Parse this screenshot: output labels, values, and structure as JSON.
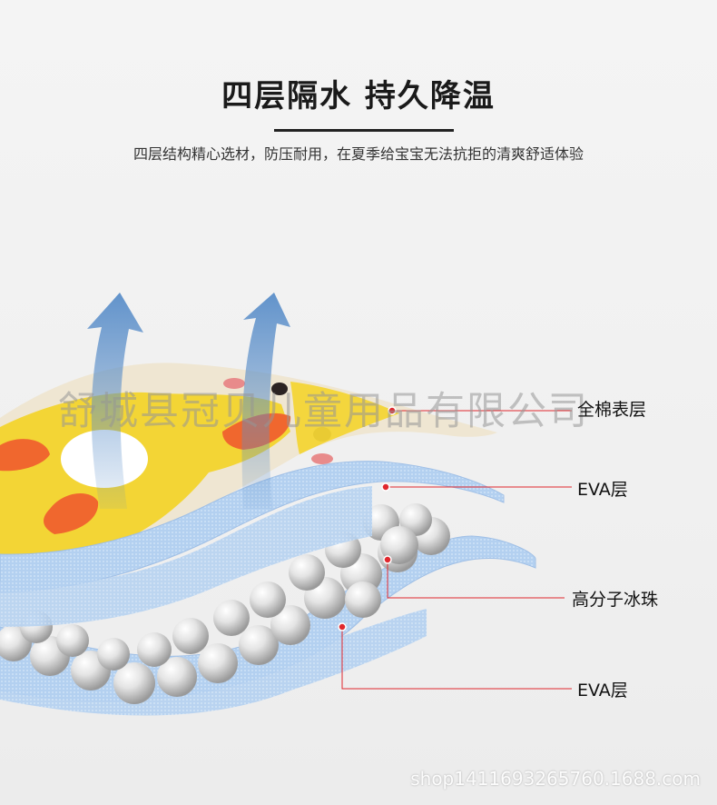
{
  "header": {
    "title": "四层隔水 持久降温",
    "subtitle": "四层结构精心选材，防压耐用，在夏季给宝宝无法抗拒的清爽舒适体验"
  },
  "layers": [
    {
      "label": "全棉表层"
    },
    {
      "label": "EVA层"
    },
    {
      "label": "高分子冰珠"
    },
    {
      "label": "EVA层"
    }
  ],
  "watermark": "舒城县冠贝儿童用品有限公司",
  "shop_watermark": "shop1411693265760.1688.com",
  "colors": {
    "accent_red": "#e0282e",
    "eva_blue": "#a9c9ee",
    "cotton_bg": "#efe6d2",
    "duck_yellow": "#f3d535",
    "duck_orange": "#f0672e",
    "arrow_blue": "#5a8ec9"
  }
}
